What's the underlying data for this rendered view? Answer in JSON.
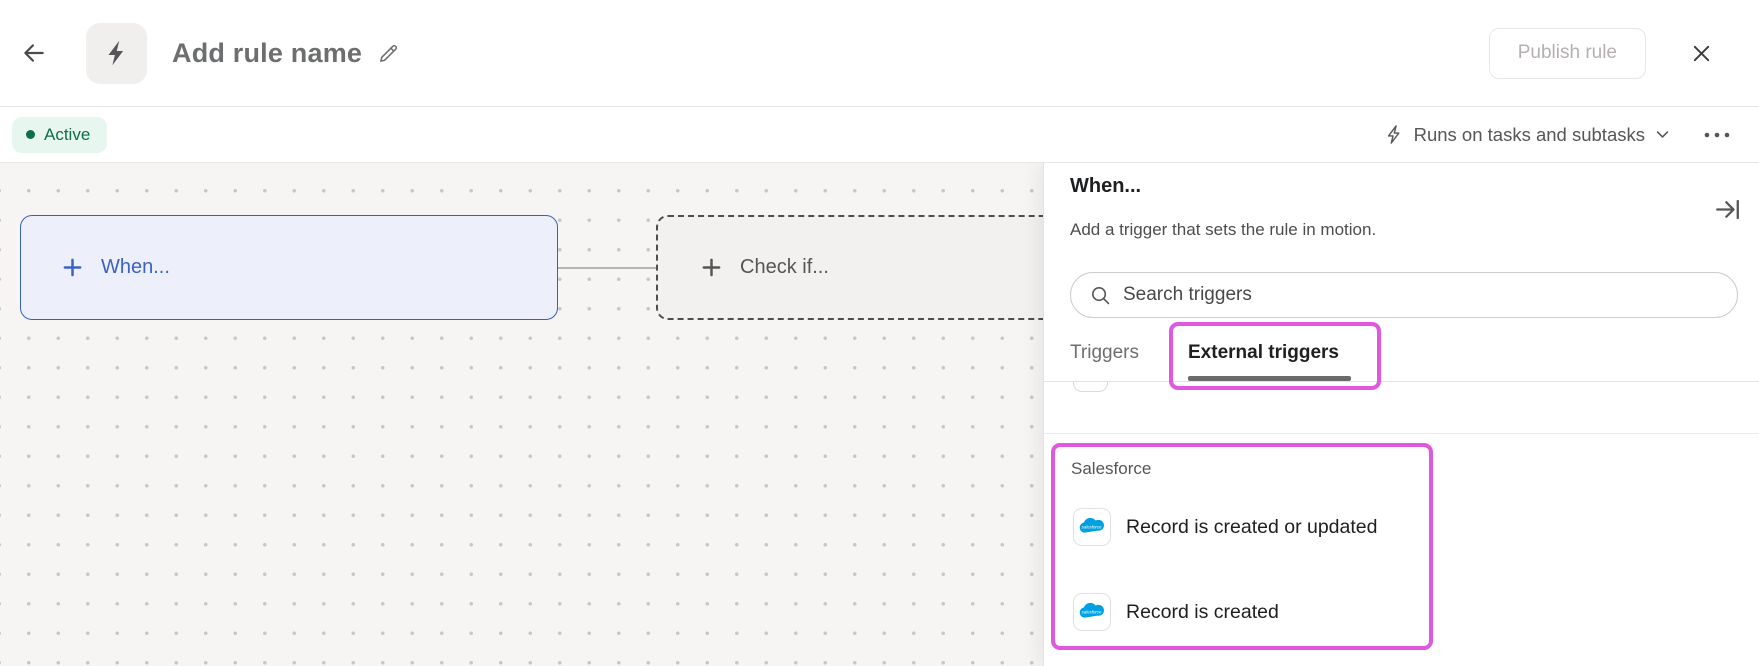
{
  "header": {
    "title": "Add rule name",
    "publish_label": "Publish rule",
    "icons": {
      "back": "left-arrow",
      "app": "lightning-bolt",
      "edit": "pencil",
      "close": "x-mark"
    }
  },
  "toolbar": {
    "status_label": "Active",
    "scope_label": "Runs on tasks and subtasks",
    "icons": {
      "status": "green-dot",
      "scope": "lightning-bolt-outline",
      "expand": "chevron-down",
      "more": "three-dots"
    }
  },
  "canvas": {
    "when_label": "When...",
    "check_label": "Check if...",
    "icons": {
      "add": "plus"
    }
  },
  "panel": {
    "title": "When...",
    "subtitle": "Add a trigger that sets the rule in motion.",
    "search": {
      "placeholder": "Search triggers",
      "icon": "magnifier"
    },
    "collapse_icon": "arrow-right-to-bar",
    "tabs": [
      {
        "label": "Triggers",
        "active": false
      },
      {
        "label": "External triggers",
        "active": true
      }
    ],
    "section": {
      "name": "Salesforce",
      "items": [
        {
          "icon": "salesforce-cloud",
          "label": "Record is created or updated"
        },
        {
          "icon": "salesforce-cloud",
          "label": "Record is created"
        }
      ]
    }
  },
  "colors": {
    "annotation_magenta": "#de59de",
    "trigger_blue": "#3b5fc0",
    "status_green": "#0f6e4a",
    "salesforce_blue": "#00A1E0"
  }
}
